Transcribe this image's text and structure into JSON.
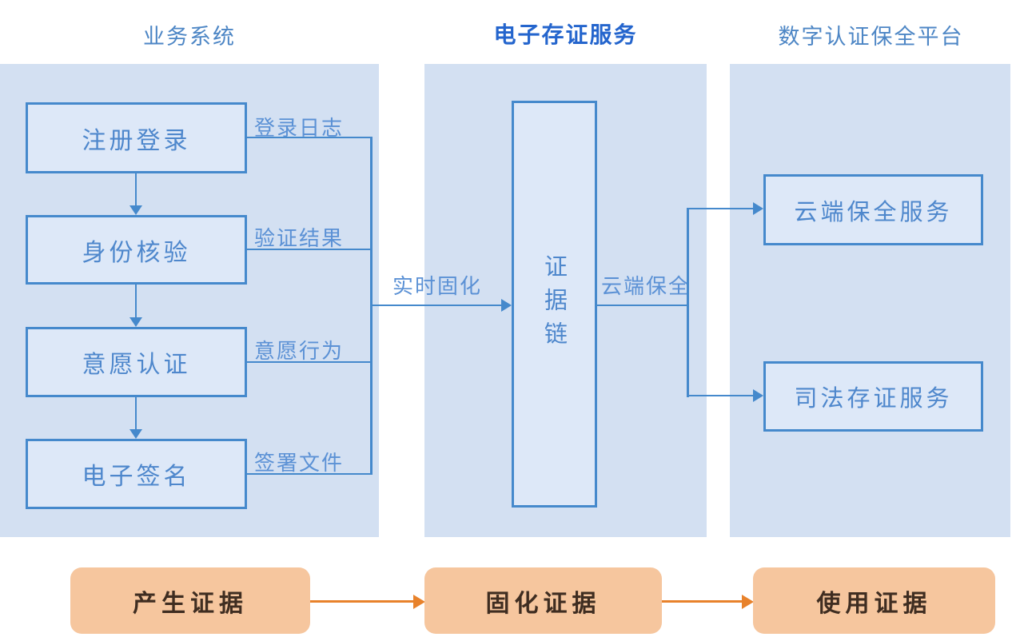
{
  "headers": {
    "col1": "业务系统",
    "col2": "电子存证服务",
    "col3": "数字认证保全平台"
  },
  "business_steps": [
    {
      "label": "注册登录",
      "output": "登录日志"
    },
    {
      "label": "身份核验",
      "output": "验证结果"
    },
    {
      "label": "意愿认证",
      "output": "意愿行为"
    },
    {
      "label": "电子签名",
      "output": "签署文件"
    }
  ],
  "evidence_chain": {
    "label": "证据链"
  },
  "flow_labels": {
    "realtime_fixation": "实时固化",
    "cloud_preservation": "云端保全"
  },
  "platform_services": [
    {
      "label": "云端保全服务"
    },
    {
      "label": "司法存证服务"
    }
  ],
  "process_stages": [
    {
      "label": "产生证据"
    },
    {
      "label": "固化证据"
    },
    {
      "label": "使用证据"
    }
  ],
  "colors": {
    "panel_bg": "#d3e0f2",
    "box_bg": "#dde8f8",
    "line_blue": "#4589cc",
    "text_blue": "#4e87cc",
    "label_blue": "#5b91d5",
    "header_blue": "#4d86c5",
    "header_accent_blue": "#2465cd",
    "orange_bg": "#f6c69e",
    "orange_arrow": "#e8822b",
    "orange_text": "#3f2d21"
  }
}
